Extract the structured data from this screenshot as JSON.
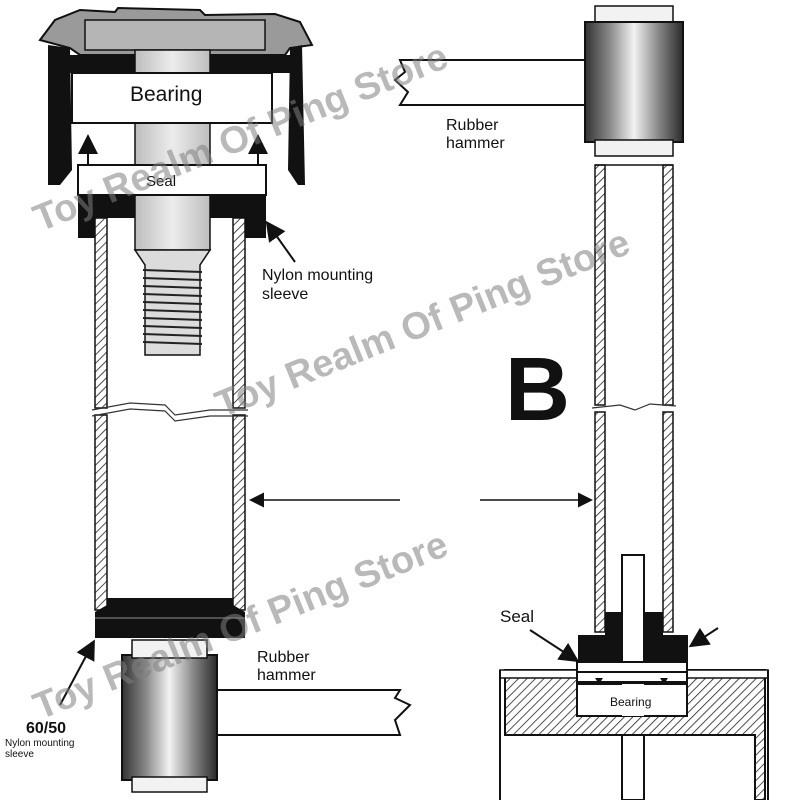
{
  "labels": {
    "bearing_top": "Bearing",
    "seal_top": "Seal",
    "nylon_sleeve_1": "Nylon mounting",
    "nylon_sleeve_2": "sleeve",
    "rubber_hammer_top_1": "Rubber",
    "rubber_hammer_top_2": "hammer",
    "rubber_hammer_bottom_1": "Rubber",
    "rubber_hammer_bottom_2": "hammer",
    "size_label": "60/50",
    "size_note_1": "Nylon mounting",
    "size_note_2": "sleeve",
    "seal_bottom": "Seal",
    "bearing_bottom": "Bearing",
    "big_letter": "B"
  },
  "watermark": "Toy Realm Of Ping Store",
  "colors": {
    "line": "#111111",
    "metal_light": "#e0e0e0",
    "metal_dark": "#555555",
    "watermark": "#7f7f7f"
  }
}
